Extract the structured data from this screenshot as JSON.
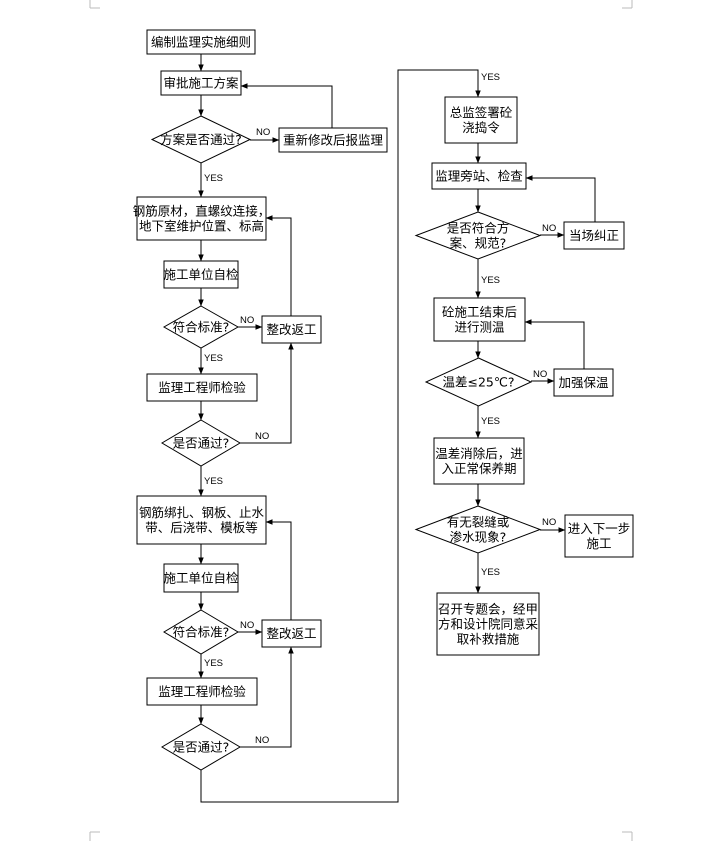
{
  "nodes": {
    "n1": {
      "type": "box",
      "lines": [
        "编制监理实施细则"
      ]
    },
    "n2": {
      "type": "box",
      "lines": [
        "审批施工方案"
      ]
    },
    "n3": {
      "type": "diamond",
      "lines": [
        "方案是否通过?"
      ]
    },
    "n4": {
      "type": "box",
      "lines": [
        "重新修改后报监理"
      ]
    },
    "n5": {
      "type": "box",
      "lines": [
        "钢筋原材，直螺纹连接，",
        "地下室维护位置、标高"
      ]
    },
    "n6": {
      "type": "box",
      "lines": [
        "施工单位自检"
      ]
    },
    "n7": {
      "type": "diamond",
      "lines": [
        "符合标准?"
      ]
    },
    "n8": {
      "type": "box",
      "lines": [
        "整改返工"
      ]
    },
    "n9": {
      "type": "box",
      "lines": [
        "监理工程师检验"
      ]
    },
    "n10": {
      "type": "diamond",
      "lines": [
        "是否通过?"
      ]
    },
    "n11": {
      "type": "box",
      "lines": [
        "钢筋绑扎、钢板、止水",
        "带、后浇带、模板等"
      ]
    },
    "n12": {
      "type": "box",
      "lines": [
        "施工单位自检"
      ]
    },
    "n13": {
      "type": "diamond",
      "lines": [
        "符合标准?"
      ]
    },
    "n14": {
      "type": "box",
      "lines": [
        "整改返工"
      ]
    },
    "n15": {
      "type": "box",
      "lines": [
        "监理工程师检验"
      ]
    },
    "n16": {
      "type": "diamond",
      "lines": [
        "是否通过?"
      ]
    },
    "n17": {
      "type": "box",
      "lines": [
        "总监签署砼",
        "浇捣令"
      ]
    },
    "n18": {
      "type": "box",
      "lines": [
        "监理旁站、检查"
      ]
    },
    "n19": {
      "type": "diamond",
      "lines": [
        "是否符合方",
        "案、规范?"
      ]
    },
    "n20": {
      "type": "box",
      "lines": [
        "当场纠正"
      ]
    },
    "n21": {
      "type": "box",
      "lines": [
        "砼施工结束后",
        "进行测温"
      ]
    },
    "n22": {
      "type": "diamond",
      "lines": [
        "温差≤25℃?"
      ]
    },
    "n23": {
      "type": "box",
      "lines": [
        "加强保温"
      ]
    },
    "n24": {
      "type": "box",
      "lines": [
        "温差消除后，进",
        "入正常保养期"
      ]
    },
    "n25": {
      "type": "diamond",
      "lines": [
        "有无裂缝或",
        "渗水现象?"
      ]
    },
    "n26": {
      "type": "box",
      "lines": [
        "进入下一步",
        "施工"
      ]
    },
    "n27": {
      "type": "box",
      "lines": [
        "召开专题会，经甲",
        "方和设计院同意采",
        "取补救措施"
      ]
    }
  },
  "labels": {
    "yes": "YES",
    "no": "NO"
  }
}
